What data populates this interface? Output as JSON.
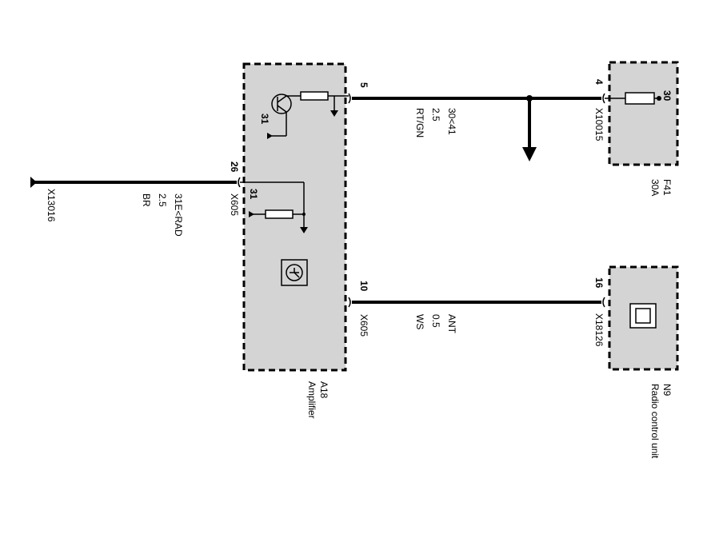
{
  "amplifier": {
    "id": "A18",
    "name": "Amplifier",
    "ground_label_upper": "31",
    "ground_label_lower": "31",
    "pin_5": "5",
    "pin_10": "10",
    "pin_26": "26",
    "connector_26": "X605",
    "connector_10": "X605"
  },
  "fuse": {
    "id": "F41",
    "rating": "30A",
    "pin_4": "4",
    "terminal": "30",
    "connector": "X10015"
  },
  "radio": {
    "id": "N9",
    "name": "Radio control unit",
    "pin_16": "16",
    "connector": "X18126"
  },
  "wires": {
    "power": {
      "signal": "30<41",
      "gauge": "2.5",
      "color": "RT/GN"
    },
    "antenna": {
      "signal": "ANT",
      "gauge": "0.5",
      "color": "WS"
    },
    "ground": {
      "signal": "31E<RAD",
      "gauge": "2.5",
      "color": "BR",
      "connector": "X13016"
    }
  }
}
